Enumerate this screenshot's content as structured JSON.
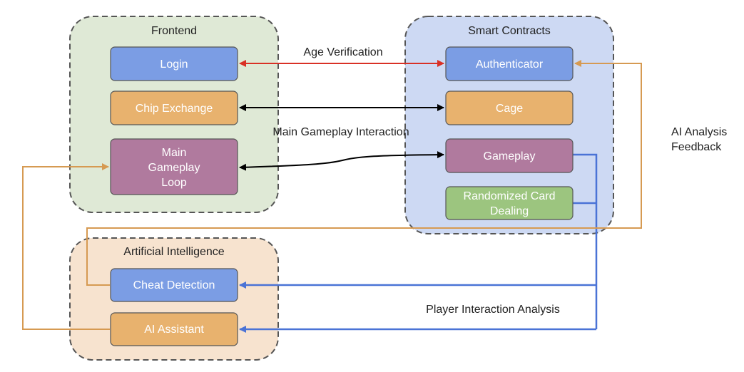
{
  "groups": {
    "frontend": {
      "title": "Frontend",
      "fill": "#dfe9d6"
    },
    "smart_contracts": {
      "title": "Smart Contracts",
      "fill": "#cdd9f3"
    },
    "ai": {
      "title": "Artificial Intelligence",
      "fill": "#f7e3cf"
    }
  },
  "nodes": {
    "login": {
      "lines": [
        "Login"
      ],
      "fill": "#7b9de4"
    },
    "chip_exchange": {
      "lines": [
        "Chip Exchange"
      ],
      "fill": "#e8b26e"
    },
    "main_loop": {
      "lines": [
        "Main",
        "Gameplay",
        "Loop"
      ],
      "fill": "#b07a9e"
    },
    "authenticator": {
      "lines": [
        "Authenticator"
      ],
      "fill": "#7b9de4"
    },
    "cage": {
      "lines": [
        "Cage"
      ],
      "fill": "#e8b26e"
    },
    "gameplay": {
      "lines": [
        "Gameplay"
      ],
      "fill": "#b07a9e"
    },
    "card_dealing": {
      "lines": [
        "Randomized Card",
        "Dealing"
      ],
      "fill": "#9cc57f"
    },
    "cheat_detection": {
      "lines": [
        "Cheat Detection"
      ],
      "fill": "#7b9de4"
    },
    "ai_assistant": {
      "lines": [
        "AI Assistant"
      ],
      "fill": "#e8b26e"
    }
  },
  "edge_labels": {
    "age_verification": [
      "Age Verification"
    ],
    "main_gameplay": [
      "Main Gameplay Interaction"
    ],
    "ai_feedback": [
      "AI Analysis",
      "Feedback"
    ],
    "player_analysis": [
      "Player Interaction Analysis"
    ]
  },
  "colors": {
    "red": "#d93025",
    "black": "#000000",
    "blue": "#4a73d6",
    "orange": "#d69a52",
    "node_border": "#555555",
    "group_border": "#555555"
  }
}
